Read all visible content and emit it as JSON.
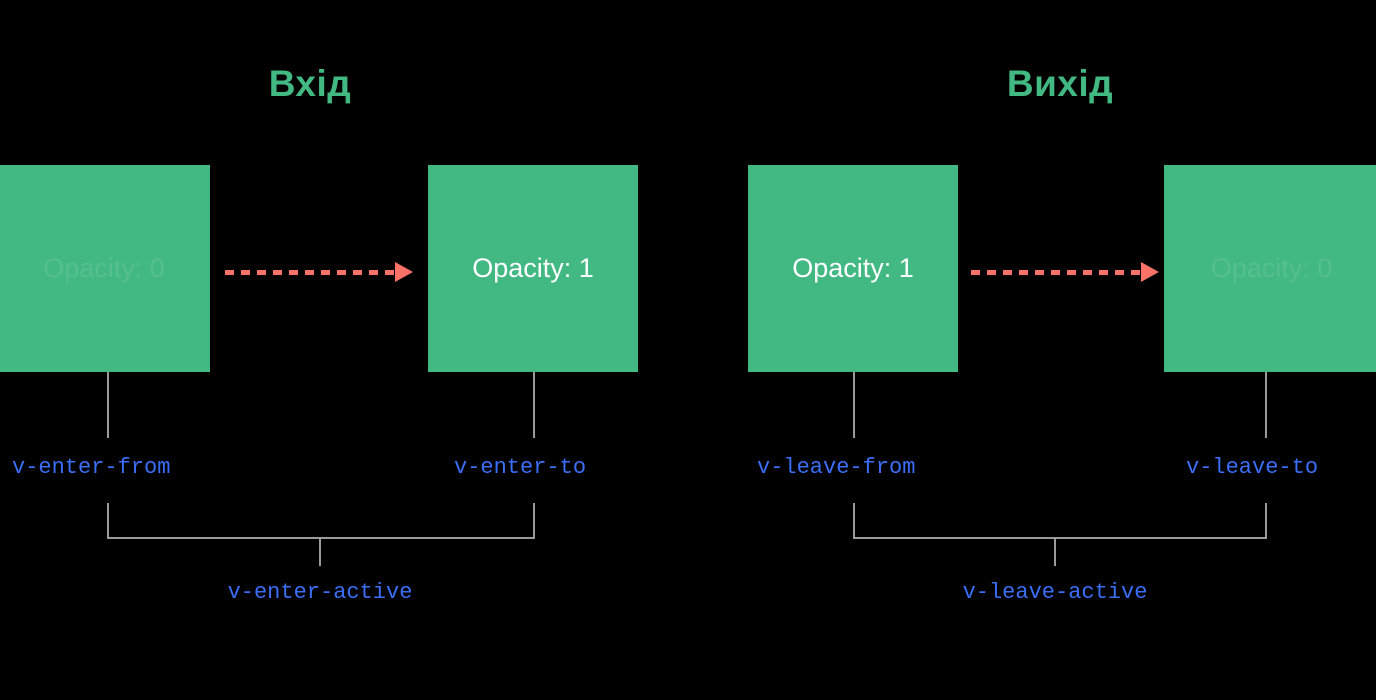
{
  "page": {
    "background": "#000000",
    "box_color": "#42b883",
    "arrow_color": "#fa7268",
    "line_color": "#9a9a9a",
    "code_color": "#3b6ef6",
    "title_color": "#42b883"
  },
  "sections": [
    {
      "id": "enter",
      "title": "Вхід",
      "from_box_text": "Opacity: 0",
      "to_box_text": "Opacity: 1",
      "from_label": "v-enter-from",
      "to_label": "v-enter-to",
      "active_label": "v-enter-active"
    },
    {
      "id": "leave",
      "title": "Вихід",
      "from_box_text": "Opacity: 1",
      "to_box_text": "Opacity: 0",
      "from_label": "v-leave-from",
      "to_label": "v-leave-to",
      "active_label": "v-leave-active"
    }
  ]
}
